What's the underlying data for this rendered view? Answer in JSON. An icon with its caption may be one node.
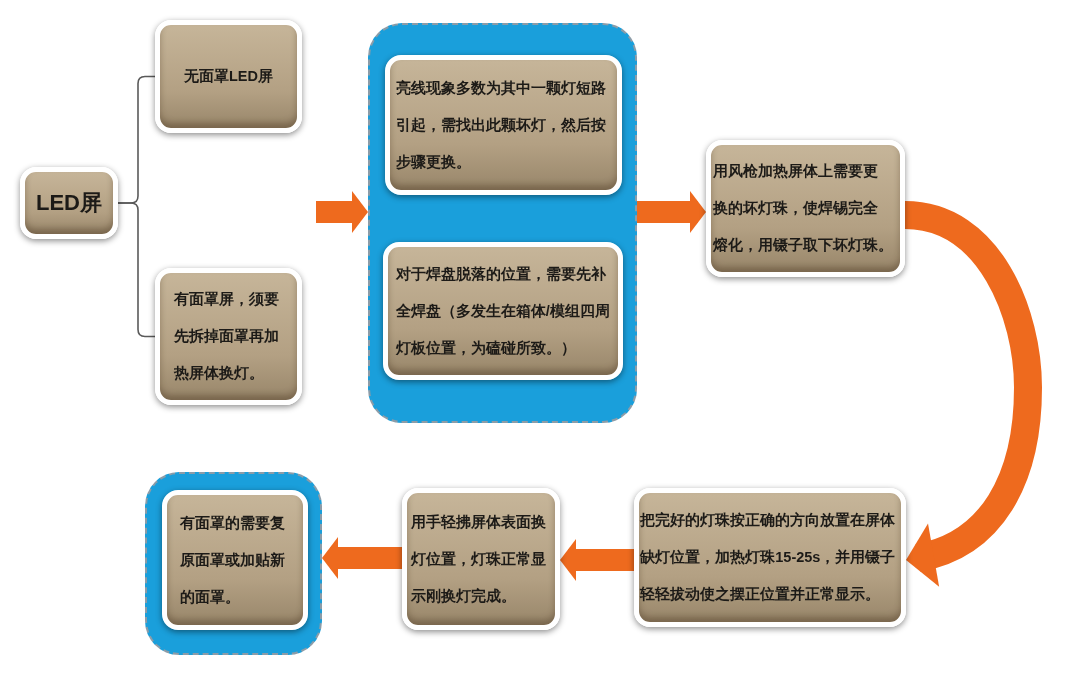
{
  "diagram": {
    "nodes": [
      {
        "text": [
          "LED屏"
        ]
      },
      {
        "text": [
          "无面罩LED屏"
        ]
      },
      {
        "text": [
          "有面罩屏，须要先拆掉面罩再加热屏体换灯。"
        ]
      },
      {
        "text": [],
        "shape": "box"
      },
      {
        "text": [
          "亮线现象多数为其中一颗灯短路引起，需找出此颗坏灯，然后按步骤更换。"
        ],
        "in": 3
      },
      {
        "text": [
          "对于焊盘脱落的位置，需要先补全焊盘（多发生在箱体/模组四周灯板位置，为磕碰所致。）"
        ],
        "in": 3
      },
      {
        "text": [
          "用风枪加热屏体上需要更换的坏灯珠，使焊锡完全熔化，用镊子取下坏灯珠。"
        ]
      },
      {
        "text": [
          "把完好的灯珠按正确的方向放置在屏体缺灯位置，加热灯珠15-25s，并用镊子轻轻拔动使之摆正位置并正常显示。"
        ]
      },
      {
        "text": [
          "用手轻拂屏体表面换灯位置，灯珠正常显示刚换灯完成。"
        ]
      },
      {
        "text": [],
        "shape": "box"
      },
      {
        "text": [
          "有面罩的需要复原面罩或加贴新的面罩。"
        ],
        "in": 9
      }
    ],
    "edges": [
      {
        "from": 0,
        "to": 1,
        "arrow": "none",
        "color": "#5a5a5a"
      },
      {
        "from": 0,
        "to": 2,
        "arrow": "none",
        "color": "#5a5a5a"
      },
      {
        "from": null,
        "to": 3,
        "arrow": "to"
      },
      {
        "from": 3,
        "to": 6,
        "arrow": "to"
      },
      {
        "from": 6,
        "to": 7,
        "arrow": "to"
      },
      {
        "from": 7,
        "to": 8,
        "arrow": "to"
      },
      {
        "from": 8,
        "to": 9,
        "arrow": "to"
      }
    ]
  }
}
